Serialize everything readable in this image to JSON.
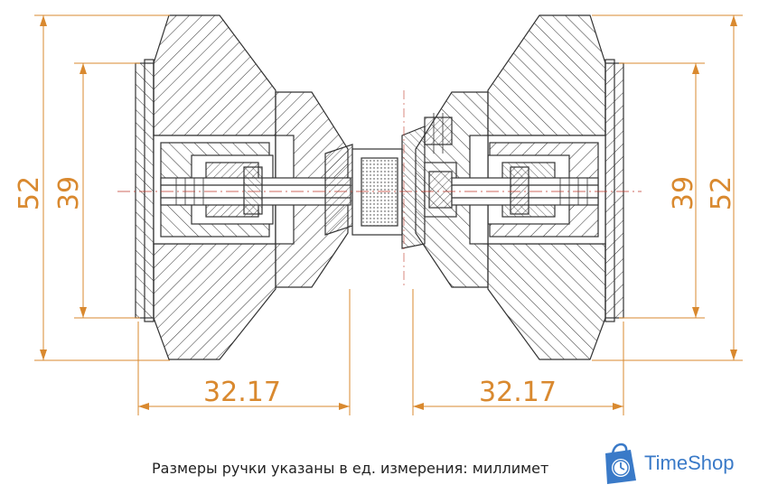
{
  "dimensions": {
    "outer_height_left": "52",
    "inner_height_left": "39",
    "inner_height_right": "39",
    "outer_height_right": "52",
    "width_left": "32.17",
    "width_right": "32.17"
  },
  "caption": "Размеры ручки указаны в ед. измерения: миллимет",
  "brand": {
    "name": "TimeShop",
    "icon": "shopping-bag-clock-icon"
  },
  "colors": {
    "dimension": "#d9892f",
    "line": "#333333",
    "axis": "#c0392b",
    "brand": "#3a7ac8"
  }
}
